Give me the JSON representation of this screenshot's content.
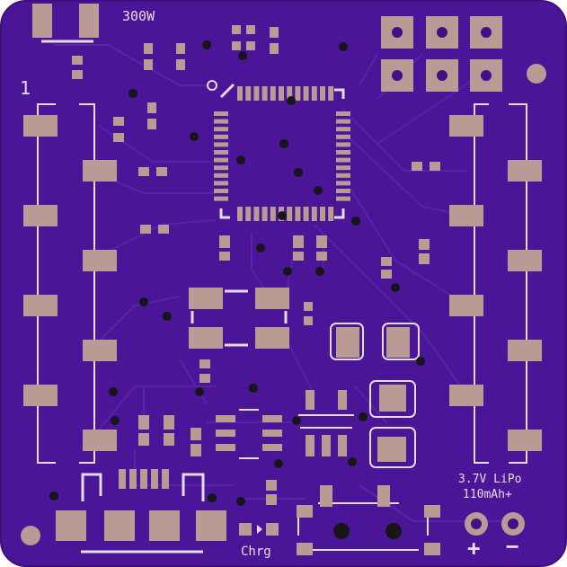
{
  "silkscreen": {
    "power_label": "300W",
    "pin1_marker": "1",
    "battery_line1": "3.7V LiPo",
    "battery_line2": "110mAh+",
    "charge_label": "Chrg",
    "plus_label": "+",
    "minus_label": "−"
  },
  "colors": {
    "board": "#4a1597",
    "board_edge": "#3d1080",
    "copper": "#4d1a9c",
    "pad": "#b99a94",
    "silk": "#e7dcef",
    "via": "#161616"
  }
}
